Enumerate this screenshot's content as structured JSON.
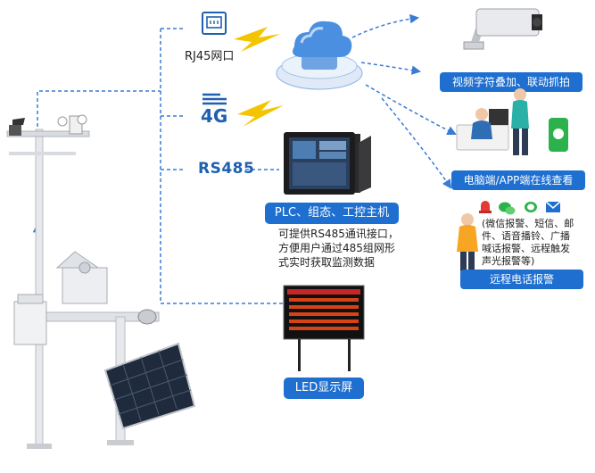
{
  "connections": {
    "rj45": "RJ45网口",
    "g4": "4G",
    "rs485": "RS485"
  },
  "terminals": {
    "video": "视频字符叠加、联动抓拍",
    "pc_app": "电脑端/APP端在线查看",
    "plc": "PLC、组态、工控主机",
    "plc_desc": [
      "可提供RS485通讯接口，",
      "方便用户通过485组网形",
      "式实时获取监测数据"
    ],
    "alarm_desc": [
      "(微信报警、短信、邮",
      "件、语音播铃、广播",
      "喊话报警、远程触发",
      "声光报警等)"
    ],
    "phone_alarm": "远程电话报警",
    "led": "LED显示屏"
  },
  "colors": {
    "accent": "#1e6fd0",
    "line": "#3a7bd5",
    "bolt": "#f5c400"
  },
  "icons": [
    "ethernet-port-icon",
    "signal-4g-icon",
    "cloud-server-icon",
    "lightning-icon",
    "camera-icon",
    "wechat-icon",
    "message-icon",
    "mail-icon",
    "alarm-icon"
  ]
}
